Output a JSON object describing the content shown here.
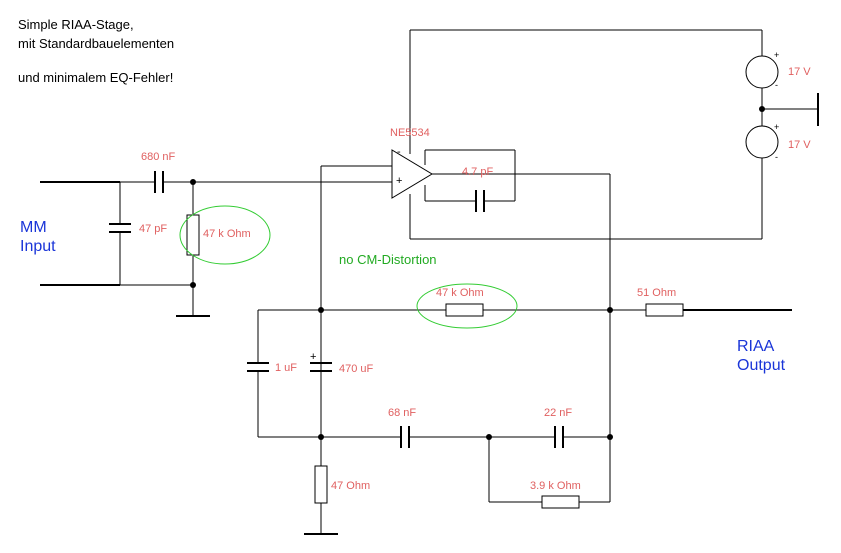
{
  "title": {
    "line1": "Simple RIAA-Stage,",
    "line2": "mit Standardbauelementen",
    "line3": "und minimalem EQ-Fehler!"
  },
  "colors": {
    "wire": "#000000",
    "component_label": "#e06060",
    "io_label": "#1a35d8",
    "note": "#22aa22",
    "highlight_ellipse": "#33cc33"
  },
  "io": {
    "input_line1": "MM",
    "input_line2": "Input",
    "output_line1": "RIAA",
    "output_line2": "Output"
  },
  "components": {
    "opamp": "NE5534",
    "opamp_plus_symbol": "+",
    "opamp_minus_symbol": "-",
    "c_input": "680 nF",
    "c_shunt": "47 pF",
    "r_input": "47 k Ohm",
    "c_comp": "4.7 pF",
    "r_feedback": "47 k Ohm",
    "r_out": "51  Ohm",
    "c_1u": "1 uF",
    "c_470u": "470 uF",
    "c_470u_polarity": "+",
    "c_68n": "68 nF",
    "c_22n": "22 nF",
    "r_3k9": "3.9 k Ohm",
    "r_47": "47  Ohm",
    "supply_top": "17 V",
    "supply_bottom": "17 V",
    "supply_plus": "+",
    "supply_minus": "-"
  },
  "notes": {
    "cm_distortion": "no CM-Distortion"
  }
}
